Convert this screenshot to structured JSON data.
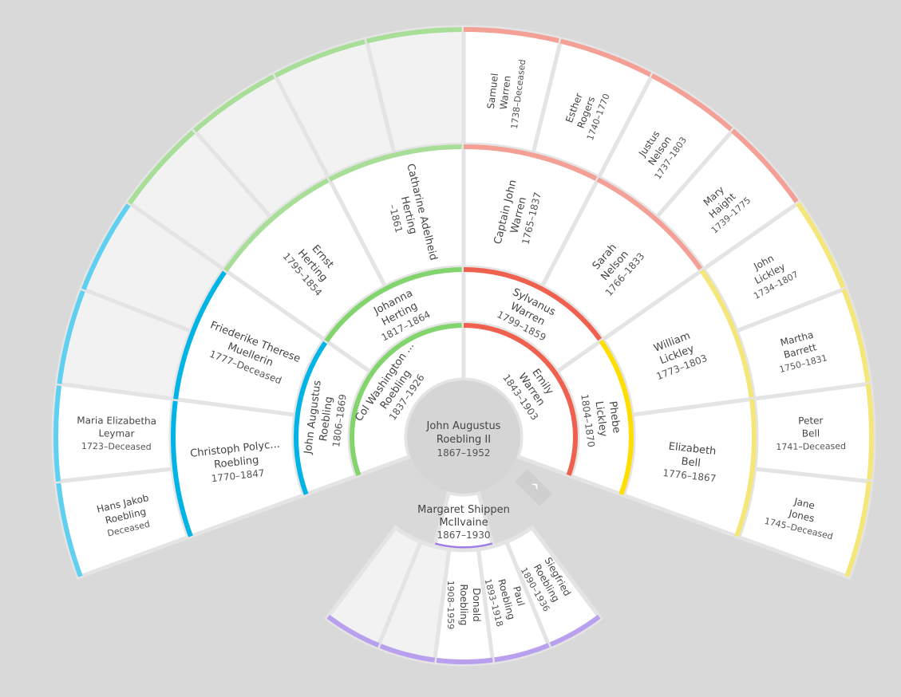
{
  "colors": {
    "paternal_outer": "#5fd0f0",
    "paternal_father": "#00b4e6",
    "paternal_mother": "#82d46c",
    "paternal_mother_ring": "#a8de98",
    "maternal_father": "#f0604e",
    "maternal_father_ring": "#f4a096",
    "maternal_mother": "#ffde00",
    "maternal_mother_ring": "#f5e67a",
    "children": "#9f7ce6",
    "children_light": "#b8a0ee"
  },
  "root": {
    "line1": "John Augustus",
    "line2": "Roebling II",
    "years": "1867–1952"
  },
  "parents": {
    "father": {
      "line1": "Col Washington ...",
      "line2": "Roebling",
      "years": "1837–1926"
    },
    "mother": {
      "line1": "Emily",
      "line2": "Warren",
      "years": "1843–1903"
    }
  },
  "grandparents": [
    {
      "line1": "John Augustus",
      "line2": "Roebling",
      "years": "1806–1869"
    },
    {
      "line1": "Johanna",
      "line2": "Herting",
      "years": "1817–1864"
    },
    {
      "line1": "Sylvanus",
      "line2": "Warren",
      "years": "1799–1859"
    },
    {
      "line1": "Phebe",
      "line2": "Lickley",
      "years": "1804–1870"
    }
  ],
  "great_grandparents": [
    {
      "line1": "Christoph Polyc...",
      "line2": "Roebling",
      "years": "1770–1847"
    },
    {
      "line1": "Friederike Therese",
      "line2": "Muellerin",
      "years": "1777–Deceased"
    },
    {
      "line1": "Ernst",
      "line2": "Herting",
      "years": "1795–1854"
    },
    {
      "line1": "Catharine Adelheid",
      "line2": "Herting",
      "years": "–1861"
    },
    {
      "line1": "Captain John",
      "line2": "Warren",
      "years": "1765–1837"
    },
    {
      "line1": "Sarah",
      "line2": "Nelson",
      "years": "1766–1833"
    },
    {
      "line1": "William",
      "line2": "Lickley",
      "years": "1773–1803"
    },
    {
      "line1": "Elizabeth",
      "line2": "Bell",
      "years": "1776–1867"
    }
  ],
  "gen4": [
    {
      "line1": "Hans Jakob",
      "line2": "Roebling",
      "years": "Deceased"
    },
    {
      "line1": "Maria Elizabetha",
      "line2": "Leymar",
      "years": "1723–Deceased"
    },
    {
      "line1": "",
      "line2": "",
      "years": ""
    },
    {
      "line1": "",
      "line2": "",
      "years": ""
    },
    {
      "line1": "",
      "line2": "",
      "years": ""
    },
    {
      "line1": "",
      "line2": "",
      "years": ""
    },
    {
      "line1": "",
      "line2": "",
      "years": ""
    },
    {
      "line1": "",
      "line2": "",
      "years": ""
    },
    {
      "line1": "Samuel",
      "line2": "Warren",
      "years": "1738–Deceased"
    },
    {
      "line1": "Esther",
      "line2": "Rogers",
      "years": "1740–1770"
    },
    {
      "line1": "Justus",
      "line2": "Nelson",
      "years": "1737–1803"
    },
    {
      "line1": "Mary",
      "line2": "Haight",
      "years": "1739–1775"
    },
    {
      "line1": "John",
      "line2": "Lickley",
      "years": "1734–1807"
    },
    {
      "line1": "Martha",
      "line2": "Barrett",
      "years": "1750–1831"
    },
    {
      "line1": "Peter",
      "line2": "Bell",
      "years": "1741–Deceased"
    },
    {
      "line1": "Jane",
      "line2": "Jones",
      "years": "1745–Deceased"
    }
  ],
  "spouse": {
    "line1": "Margaret Shippen",
    "line2": "McIlvaine",
    "years": "1867–1930"
  },
  "children": [
    {
      "line1": "Siegfried",
      "line2": "Roebling",
      "years": "1890–1936"
    },
    {
      "line1": "Paul",
      "line2": "Roebling",
      "years": "1893–1918"
    },
    {
      "line1": "Donald",
      "line2": "Roebling",
      "years": "1908–1959"
    },
    {
      "line1": "",
      "line2": "",
      "years": ""
    },
    {
      "line1": "",
      "line2": "",
      "years": ""
    }
  ],
  "toggle_icon": "chevron-up-icon"
}
